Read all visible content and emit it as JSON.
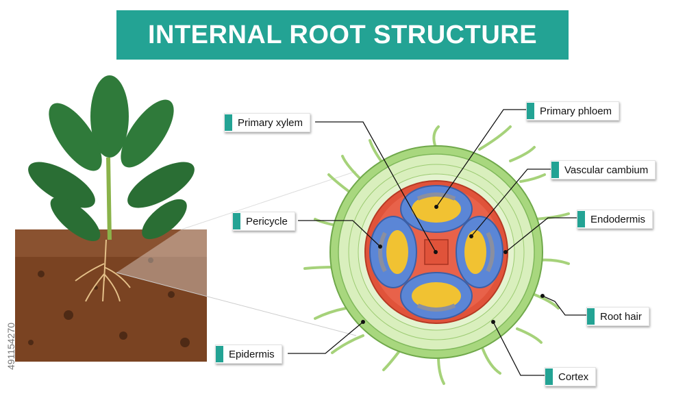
{
  "title": "INTERNAL ROOT STRUCTURE",
  "labels": {
    "primary_xylem": "Primary xylem",
    "primary_phloem": "Primary phloem",
    "vascular_cambium": "Vascular cambium",
    "pericycle": "Pericycle",
    "endodermis": "Endodermis",
    "root_hair": "Root hair",
    "epidermis": "Epidermis",
    "cortex": "Cortex"
  },
  "watermark_id": "491154270",
  "colors": {
    "accent": "#23a394",
    "epidermis": "#8fc964",
    "cortex": "#d4ecb4",
    "endodermis": "#e0533a",
    "pericycle": "#5b86d6",
    "xylem": "#f1c232",
    "soil": "#6b3a1f",
    "leaf": "#2f7a3a"
  }
}
